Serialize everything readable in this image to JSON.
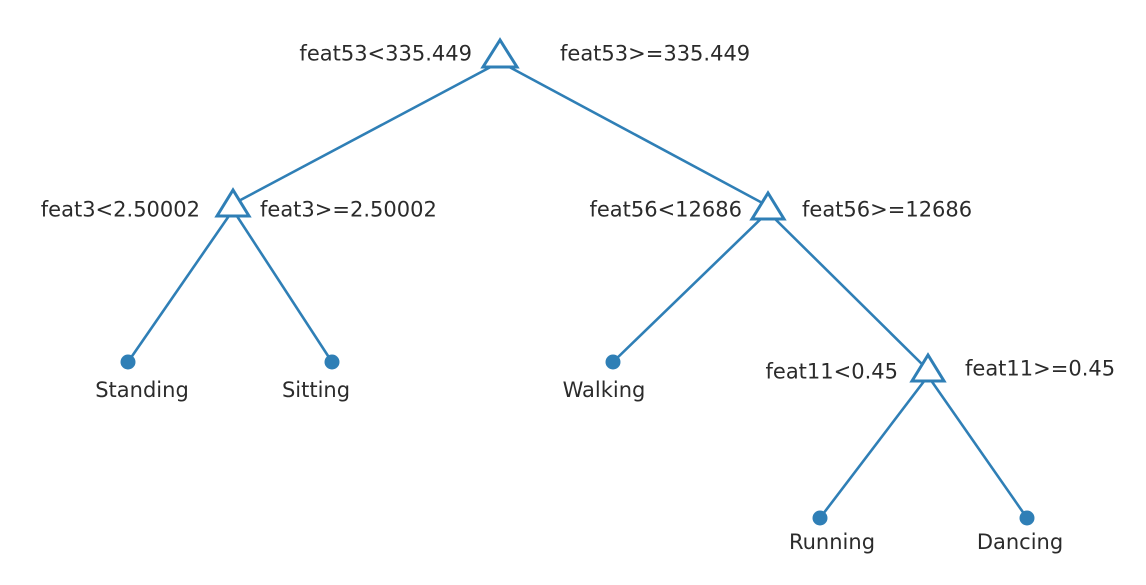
{
  "colors": {
    "edge": "#2f7fb6",
    "node": "#2f7fb6",
    "text": "#2b2b2b",
    "background": "#ffffff"
  },
  "tree": {
    "root": {
      "left_condition": "feat53<335.449",
      "right_condition": "feat53>=335.449"
    },
    "node_feat3": {
      "left_condition": "feat3<2.50002",
      "right_condition": "feat3>=2.50002"
    },
    "node_feat56": {
      "left_condition": "feat56<12686",
      "right_condition": "feat56>=12686"
    },
    "node_feat11": {
      "left_condition": "feat11<0.45",
      "right_condition": "feat11>=0.45"
    },
    "leaves": {
      "standing": "Standing",
      "sitting": "Sitting",
      "walking": "Walking",
      "running": "Running",
      "dancing": "Dancing"
    }
  }
}
